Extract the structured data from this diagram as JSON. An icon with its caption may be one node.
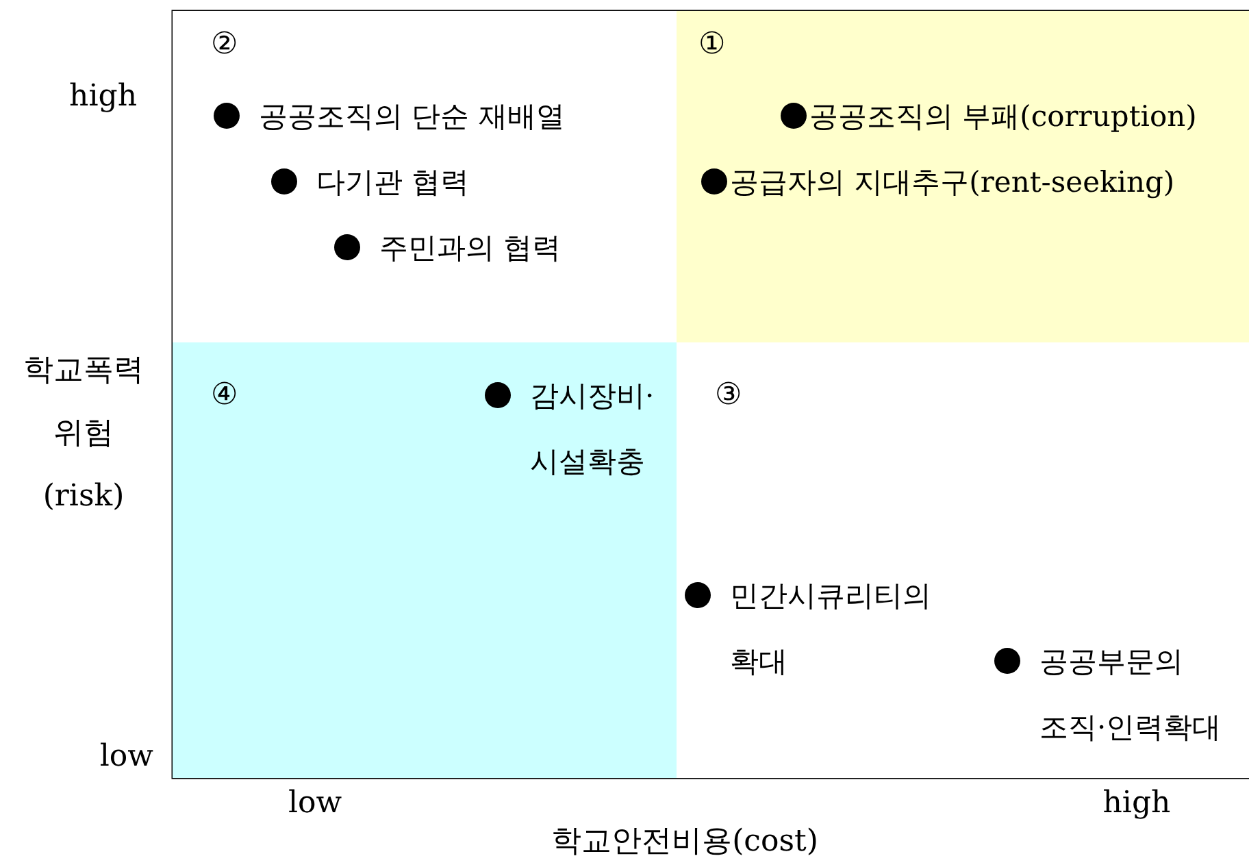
{
  "diagram": {
    "nodes": [
      {
        "text": [
          "②",
          "공공조직의 단순 재배열",
          "다기관 협력",
          "주민과의 협력"
        ]
      },
      {
        "text": [
          "①",
          "공공조직의 부패(corruption)",
          "공급자의 지대추구(rent-seeking)"
        ]
      },
      {
        "text": [
          "④",
          "감시장비· 시설확충"
        ]
      },
      {
        "text": [
          "③",
          "민간시큐리티의 확대",
          "공공부문의 조직·인력확대"
        ]
      }
    ],
    "labels": [
      "high",
      "학교폭력 위험 (risk)",
      "low",
      "low",
      "high",
      "학교안전비용(cost)"
    ]
  }
}
